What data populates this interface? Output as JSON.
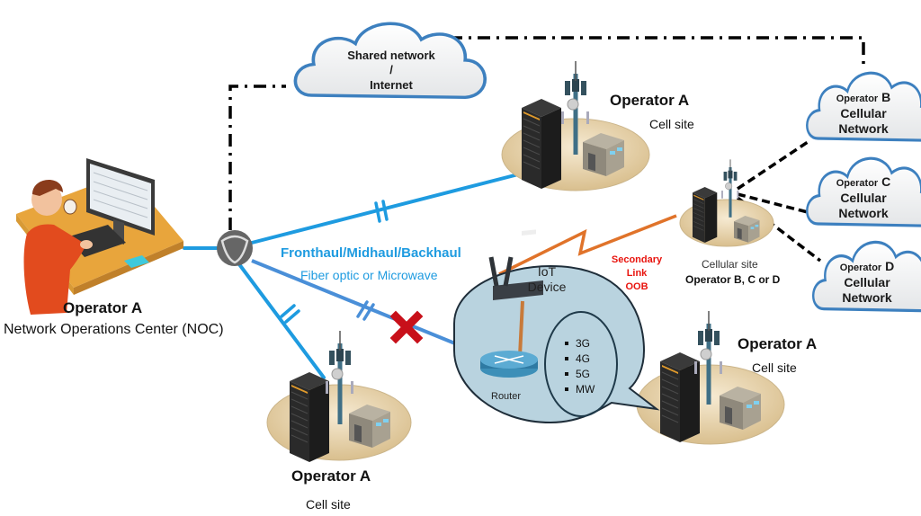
{
  "title": "Operator A network with out-of-band secondary link",
  "colors": {
    "fiber": "#1e9be0",
    "secondary_link": "#e0732a",
    "fault": "#c8101a",
    "dashed": "#000000",
    "cloud_stroke": "#3d80bf",
    "bubble_fill": "#b9d3df",
    "site_disc": "#e8d3a8",
    "oob_text": "#e8140e",
    "backhaul_text": "#1e9be0"
  },
  "noc": {
    "name": "Operator A",
    "subtitle": "Network Operations Center (NOC)"
  },
  "internet_cloud": {
    "line1": "Shared network",
    "line2": "/",
    "line3": "Internet"
  },
  "cell_sites": [
    {
      "name": "Operator A",
      "subtitle": "Cell site"
    },
    {
      "name": "Operator A",
      "subtitle": "Cell site"
    },
    {
      "name": "Operator A",
      "subtitle": "Cell site"
    }
  ],
  "partner_site": {
    "subtitle": "Cellular site",
    "name": "Operator B, C or D"
  },
  "partner_clouds": [
    {
      "operator": "Operator",
      "letter": "B",
      "line2": "Cellular",
      "line3": "Network"
    },
    {
      "operator": "Operator",
      "letter": "C",
      "line2": "Cellular",
      "line3": "Network"
    },
    {
      "operator": "Operator",
      "letter": "D",
      "line2": "Cellular",
      "line3": "Network"
    }
  ],
  "transport": {
    "title": "Fronthaul/Midhaul/Backhaul",
    "subtitle": "Fiber optic or Microwave"
  },
  "secondary_link": {
    "line1": "Secondary",
    "line2": "Link",
    "line3": "OOB"
  },
  "bubble": {
    "iot_line1": "IoT",
    "iot_line2": "Device",
    "router": "Router",
    "technologies": [
      "3G",
      "4G",
      "5G",
      "MW"
    ]
  }
}
